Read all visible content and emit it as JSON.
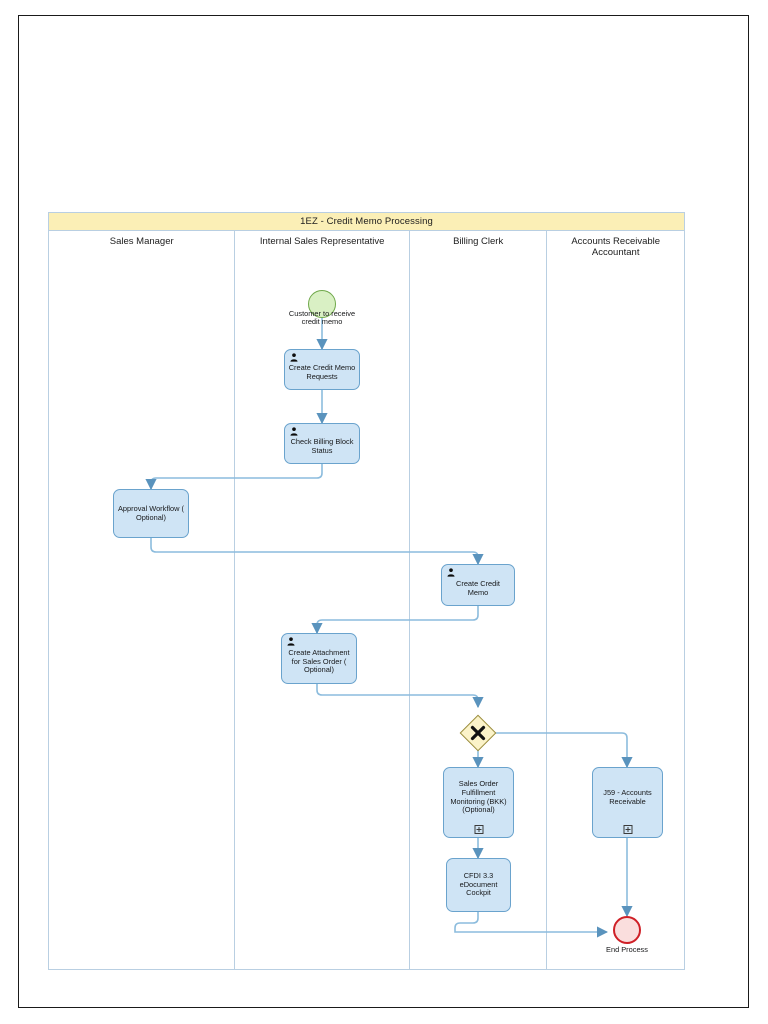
{
  "pool": {
    "title": "1EZ - Credit Memo Processing",
    "lanes": [
      {
        "label": "Sales Manager"
      },
      {
        "label": "Internal Sales Representative"
      },
      {
        "label": "Billing Clerk"
      },
      {
        "label": "Accounts Receivable Accountant"
      }
    ]
  },
  "colors": {
    "pool_header": "#fbefb6",
    "lane_border": "#b9cfe2",
    "task_fill": "#cfe4f5",
    "task_border": "#6aa3cd",
    "start_fill": "#d9f0c4",
    "start_border": "#6fa84a",
    "end_fill": "#fadedd",
    "end_border": "#cf2027",
    "gateway_fill": "#fbf3c9",
    "gateway_border": "#9a8c3d",
    "flow": "#8cbcdd"
  },
  "nodes": {
    "start_event": {
      "label": "Customer to receive credit memo",
      "type": "start-event"
    },
    "create_credit_memo_requests": {
      "label": "Create Credit Memo Requests",
      "type": "user-task",
      "icon": "user-icon"
    },
    "check_billing_block_status": {
      "label": "Check Billing Block Status",
      "type": "user-task",
      "icon": "user-icon"
    },
    "approval_workflow": {
      "label": "Approval Workflow ( Optional)",
      "type": "task"
    },
    "create_credit_memo": {
      "label": "Create Credit Memo",
      "type": "user-task",
      "icon": "user-icon"
    },
    "create_attachment": {
      "label": "Create Attachment for Sales Order ( Optional)",
      "type": "user-task",
      "icon": "user-icon"
    },
    "gateway": {
      "label": "",
      "type": "exclusive-gateway",
      "marker": "X"
    },
    "sales_order_fulfillment": {
      "label": "Sales Order Fulfillment Monitoring (BKK) (Optional)",
      "type": "collapsed-subprocess",
      "marker": "+"
    },
    "j59_accounts_receivable": {
      "label": "J59 - Accounts Receivable",
      "type": "collapsed-subprocess",
      "marker": "+"
    },
    "cfdi_cockpit": {
      "label": "CFDI 3.3 eDocument Cockpit",
      "type": "task"
    },
    "end_event": {
      "label": "End Process",
      "type": "end-event"
    }
  }
}
